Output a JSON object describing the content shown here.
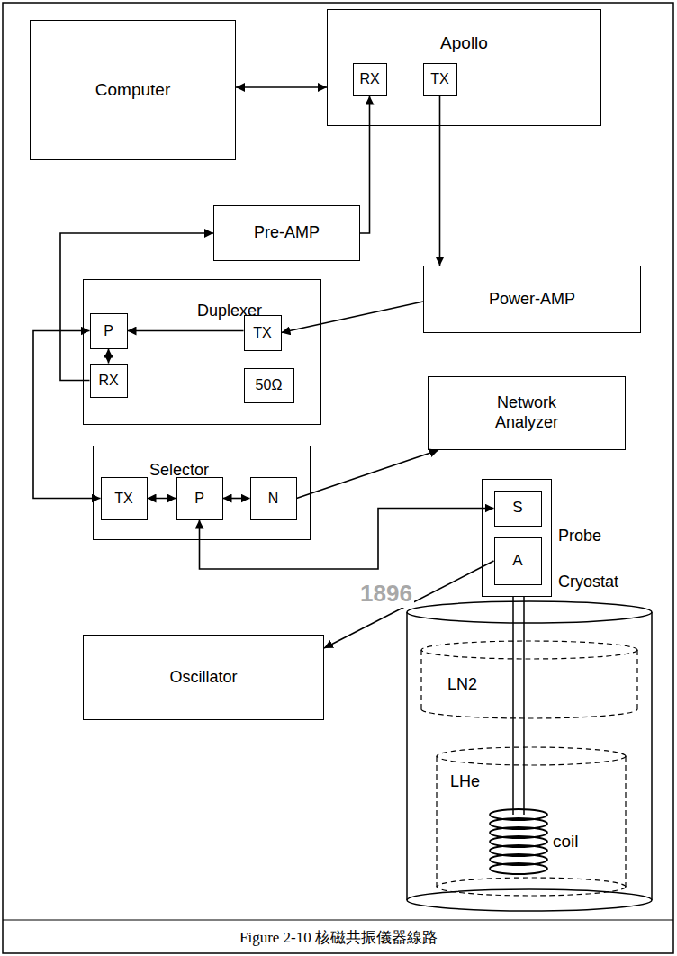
{
  "diagram": {
    "caption": "Figure 2-10 核磁共振儀器線路",
    "nodes": [
      {
        "text": [
          "Computer"
        ]
      },
      {
        "text": [
          "Apollo"
        ]
      },
      {
        "text": [
          "RX"
        ],
        "in": 1
      },
      {
        "text": [
          "TX"
        ],
        "in": 1
      },
      {
        "text": [
          "Pre-AMP"
        ]
      },
      {
        "text": [
          "Duplexer"
        ]
      },
      {
        "text": [
          "P"
        ],
        "in": 5
      },
      {
        "text": [
          "TX"
        ],
        "in": 5
      },
      {
        "text": [
          "RX"
        ],
        "in": 5
      },
      {
        "text": [
          "50Ω"
        ],
        "in": 5
      },
      {
        "text": [
          "Power-AMP"
        ]
      },
      {
        "text": [
          "Network Analyzer"
        ]
      },
      {
        "text": [
          "Selector"
        ]
      },
      {
        "text": [
          "TX"
        ],
        "in": 12
      },
      {
        "text": [
          "P"
        ],
        "in": 12
      },
      {
        "text": [
          "N"
        ],
        "in": 12
      },
      {
        "text": [
          "Probe"
        ]
      },
      {
        "text": [
          "S"
        ],
        "in": 16
      },
      {
        "text": [
          "A"
        ],
        "in": 16
      },
      {
        "text": [
          "Oscillator"
        ]
      }
    ],
    "edges": [
      {
        "from": 0,
        "to": 1,
        "arrow": "both"
      },
      {
        "from": 3,
        "to": 10,
        "arrow": "to"
      },
      {
        "from": 10,
        "to": 7,
        "arrow": "to"
      },
      {
        "from": 7,
        "to": 6,
        "arrow": "to"
      },
      {
        "from": 6,
        "to": 8,
        "arrow": "both"
      },
      {
        "from": 8,
        "to": 4,
        "arrow": "to"
      },
      {
        "from": 4,
        "to": 2,
        "arrow": "to"
      },
      {
        "from": 6,
        "to": 13,
        "arrow": "both"
      },
      {
        "from": 13,
        "to": 14,
        "arrow": "both"
      },
      {
        "from": 14,
        "to": 15,
        "arrow": "both"
      },
      {
        "from": 15,
        "to": 11,
        "arrow": "to"
      },
      {
        "from": 17,
        "to": 14,
        "arrow": "both"
      },
      {
        "from": 18,
        "to": 19,
        "arrow": "to"
      }
    ],
    "labels": [
      "Cryostat",
      "LN2",
      "LHe",
      "coil",
      "1896"
    ]
  }
}
